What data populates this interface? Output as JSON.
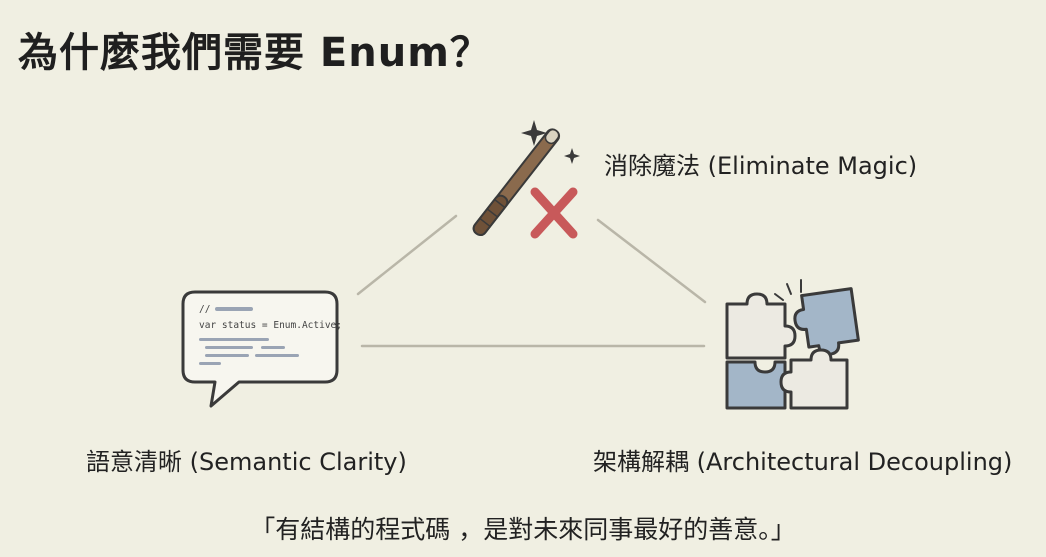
{
  "title": "為什麼我們需要 Enum？",
  "nodes": {
    "top": {
      "label": "消除魔法 (Eliminate Magic)",
      "icon": "magic-wand-crossed-icon"
    },
    "left": {
      "label": "語意清晰 (Semantic Clarity)",
      "icon": "code-speech-bubble-icon",
      "code_comment": "//",
      "code_line": "var status = Enum.Active;"
    },
    "right": {
      "label": "架構解耦 (Architectural Decoupling)",
      "icon": "puzzle-pieces-icon"
    }
  },
  "quote": "「有結構的程式碼 ，是對未來同事最好的善意。」",
  "colors": {
    "background": "#f0efe2",
    "line": "#b9b6a8",
    "wand": "#8a6a4d",
    "cross": "#c8595a",
    "puzzle_blue": "#a3b6c8",
    "puzzle_light": "#eceae2",
    "outline": "#3a3a3a"
  }
}
